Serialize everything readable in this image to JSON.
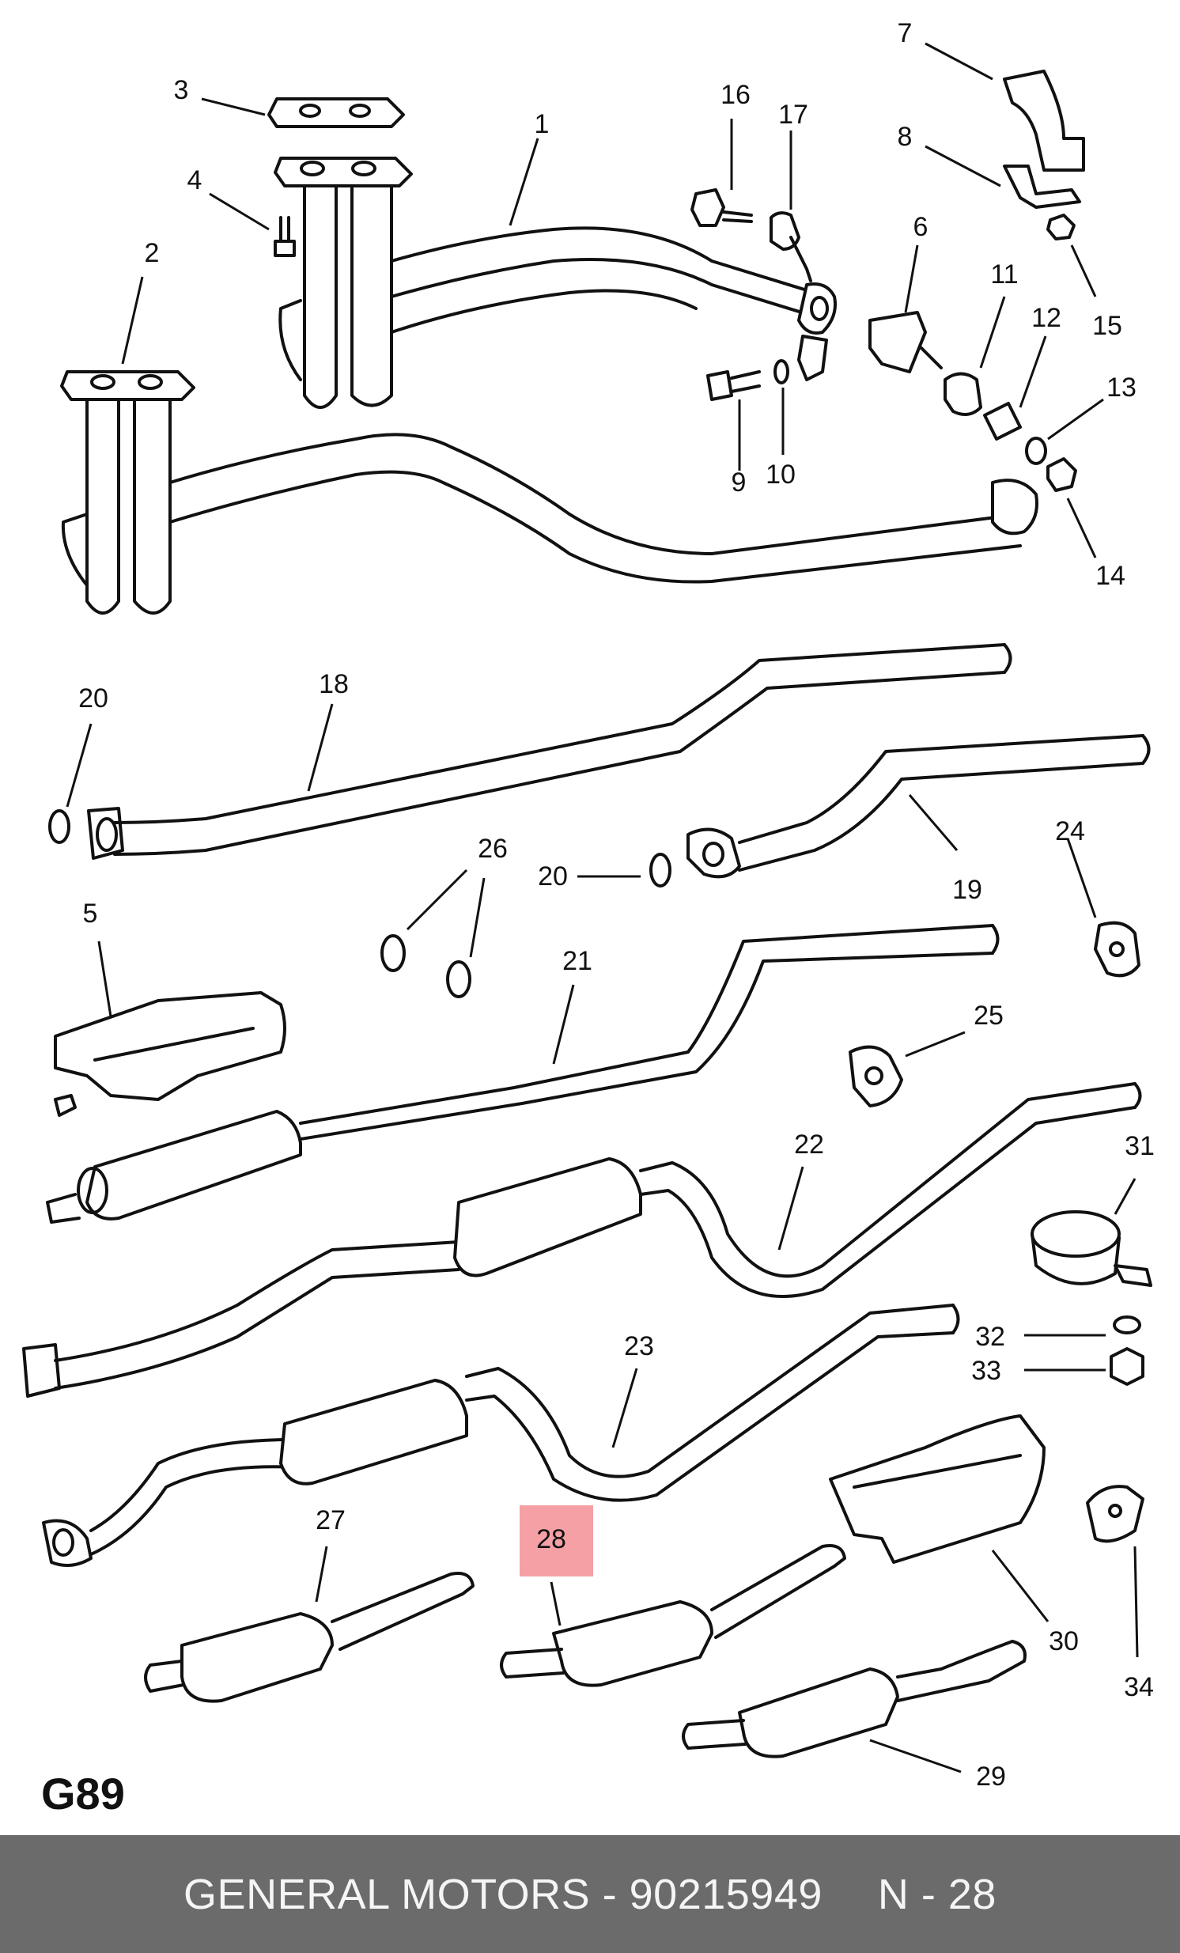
{
  "diagram_code": "G89",
  "footer": {
    "part_line": "GENERAL MOTORS - 90215949",
    "ref_line": "N - 28"
  },
  "highlight": {
    "callout": "28",
    "color": "#f4a0a4"
  },
  "callouts": {
    "c1": "1",
    "c2": "2",
    "c3": "3",
    "c4": "4",
    "c5": "5",
    "c6": "6",
    "c7": "7",
    "c8": "8",
    "c9": "9",
    "c10": "10",
    "c11": "11",
    "c12": "12",
    "c13": "13",
    "c14": "14",
    "c15": "15",
    "c16": "16",
    "c17": "17",
    "c18": "18",
    "c19": "19",
    "c20a": "20",
    "c20b": "20",
    "c21": "21",
    "c22": "22",
    "c23": "23",
    "c24": "24",
    "c25": "25",
    "c26": "26",
    "c27": "27",
    "c28": "28",
    "c29": "29",
    "c30": "30",
    "c31": "31",
    "c32": "32",
    "c33": "33",
    "c34": "34"
  }
}
